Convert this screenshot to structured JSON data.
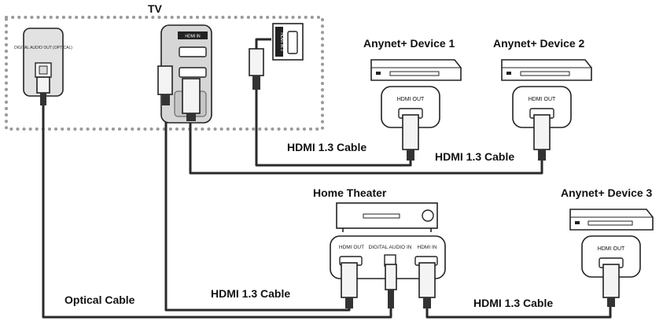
{
  "labels": {
    "tv": "TV",
    "device1": "Anynet+ Device 1",
    "device2": "Anynet+ Device 2",
    "device3": "Anynet+ Device 3",
    "home_theater": "Home Theater",
    "cable_tv_d1": "HDMI 1.3 Cable",
    "cable_tv_d2": "HDMI 1.3 Cable",
    "cable_tv_ht": "HDMI 1.3 Cable",
    "cable_ht_d3": "HDMI 1.3 Cable",
    "optical": "Optical Cable"
  },
  "ports": {
    "hdmi_out_d1": "HDMI OUT",
    "hdmi_out_d2": "HDMI OUT",
    "hdmi_out_d3": "HDMI OUT",
    "ht_hdmi_out": "HDMI OUT",
    "ht_digital_audio_in": "DIGITAL AUDIO IN",
    "ht_hdmi_in": "HDMI IN",
    "tv_hdmi_in": "HDMI IN",
    "tv_hdmi_in_side": "HDMI IN 3",
    "tv_digital_audio_out": "DIGITAL AUDIO OUT (OPTICAL)"
  }
}
